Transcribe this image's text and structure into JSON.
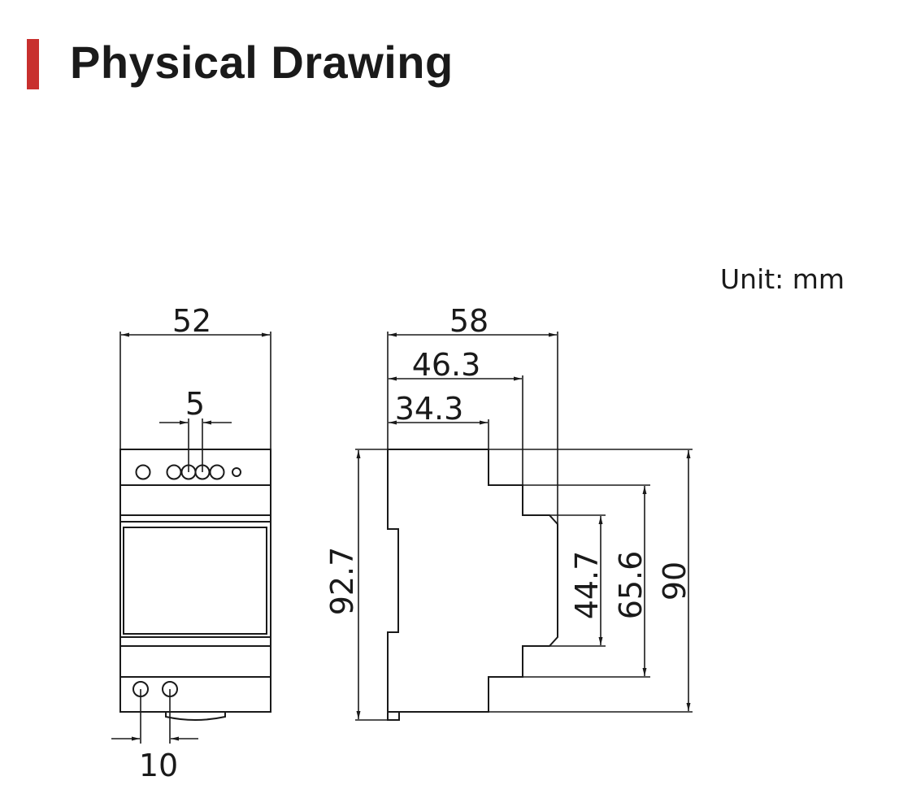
{
  "header": {
    "title": "Physical Drawing",
    "accent_color": "#c8302e"
  },
  "unit_label": "Unit: mm",
  "front_view": {
    "width_dim": "52",
    "led_spacing_dim": "5",
    "terminal_spacing_dim": "10"
  },
  "side_view": {
    "depth_dim": "58",
    "depth_mid_dim": "46.3",
    "depth_small_dim": "34.3",
    "height_total_dim": "92.7",
    "height_front_dim": "44.7",
    "height_mid_dim": "65.6",
    "height_body_dim": "90"
  }
}
